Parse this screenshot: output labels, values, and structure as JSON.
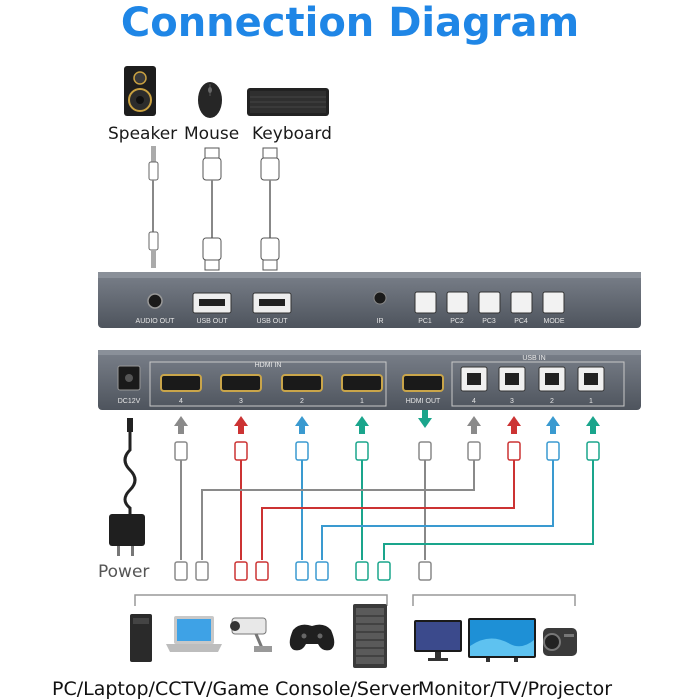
{
  "title": "Connection Diagram",
  "peripherals": [
    {
      "icon": "speaker-icon",
      "label": "Speaker"
    },
    {
      "icon": "mouse-icon",
      "label": "Mouse"
    },
    {
      "icon": "keyboard-icon",
      "label": "Keyboard"
    }
  ],
  "front_panel": {
    "ports": [
      "AUDIO OUT",
      "USB OUT",
      "USB OUT",
      "IR"
    ],
    "buttons": [
      "PC1",
      "PC2",
      "PC3",
      "PC4",
      "MODE"
    ]
  },
  "rear_panel": {
    "power": "DC12V",
    "hdmi_in_group": "HDMI IN",
    "hdmi_in_numbers": [
      "4",
      "3",
      "2",
      "1"
    ],
    "hdmi_out": "HDMI OUT",
    "usb_in_group": "USB IN",
    "usb_in_numbers": [
      "4",
      "3",
      "2",
      "1"
    ]
  },
  "power_label": "Power",
  "sources_label": "PC/Laptop/CCTV/Game Console/Server",
  "displays_label": "Monitor/TV/Projector",
  "colors": {
    "title": "#1f86e6",
    "panel": "#5f6570",
    "cable_1": "#8a8a8a",
    "cable_2": "#cc3333",
    "cable_3": "#3a9ad0",
    "cable_4": "#1aa58c",
    "hdmi_port": "#c9a54a"
  }
}
